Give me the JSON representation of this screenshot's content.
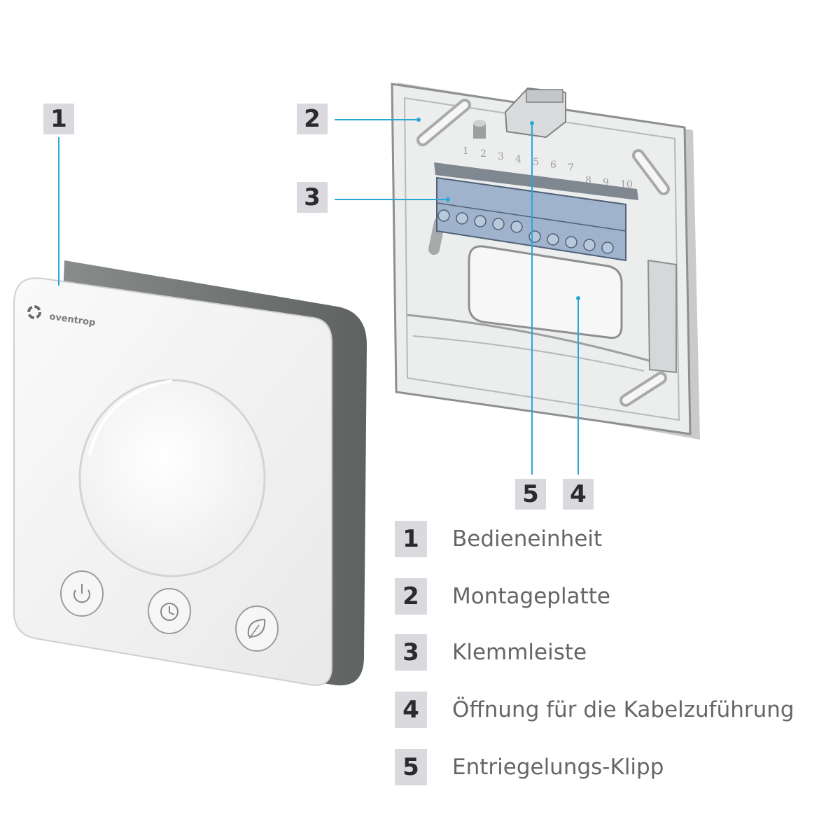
{
  "brand": {
    "name": "oventrop"
  },
  "terminal_numbers": [
    "1",
    "2",
    "3",
    "4",
    "5",
    "6",
    "7",
    "8",
    "9",
    "10"
  ],
  "callouts": [
    {
      "num": "1"
    },
    {
      "num": "2"
    },
    {
      "num": "3"
    },
    {
      "num": "5"
    },
    {
      "num": "4"
    }
  ],
  "legend": [
    {
      "num": "1",
      "label": "Bedieneinheit"
    },
    {
      "num": "2",
      "label": "Montageplatte"
    },
    {
      "num": "3",
      "label": "Klemmleiste"
    },
    {
      "num": "4",
      "label": "Öffnung für die Kabelzuführung"
    },
    {
      "num": "5",
      "label": "Entriegelungs-Klipp"
    }
  ],
  "icons": {
    "button_1": "power-icon",
    "button_2": "clock-icon",
    "button_3": "leaf-icon",
    "logo": "oventrop-logo-icon"
  },
  "colors": {
    "leader_line": "#29a8d8",
    "callout_bg": "#d9d9de",
    "terminal_blue": "#9fb4cc",
    "device_body": "#f2f2f2",
    "device_edge": "#6f7371"
  }
}
